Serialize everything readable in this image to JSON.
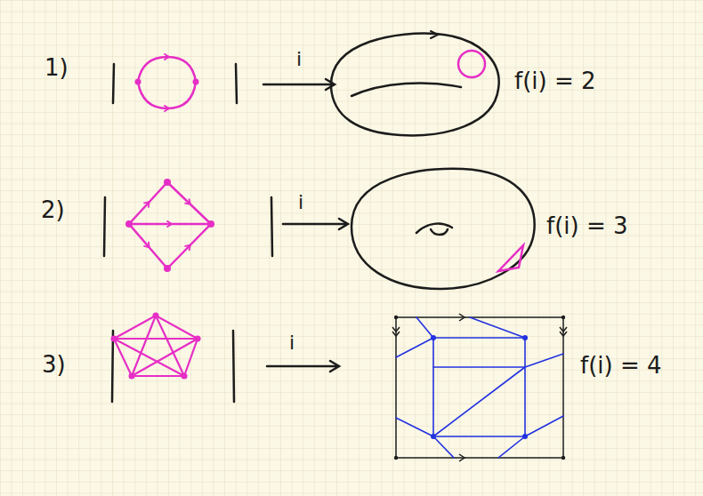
{
  "diagram": {
    "labels": [
      "1)",
      "i",
      "f(i) = 2",
      "2)",
      "i",
      "f(i) = 3",
      "3)",
      "i",
      "f(i) = 4"
    ]
  }
}
